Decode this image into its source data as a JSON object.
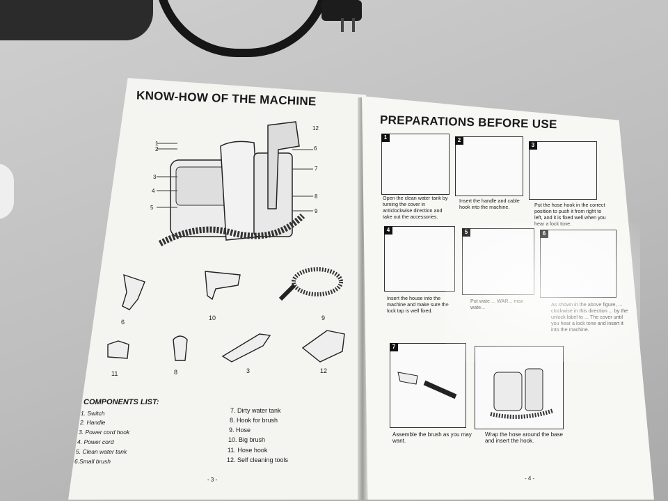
{
  "left_page": {
    "title": "KNOW-HOW OF THE MACHINE",
    "callouts": [
      "1",
      "2",
      "3",
      "4",
      "5",
      "6",
      "7",
      "8",
      "9",
      "12"
    ],
    "parts": [
      "6",
      "10",
      "9",
      "11",
      "8",
      "3",
      "12"
    ],
    "components_title": "COMPONENTS LIST:",
    "components_left": [
      "1. Switch",
      "2. Handle",
      "3. Power cord hook",
      "4. Power cord",
      "5. Clean water tank",
      "6.Small brush"
    ],
    "components_right": [
      "7. Dirty water tank",
      "8. Hook for brush",
      "9. Hose",
      "10. Big brush",
      "11. Hose hook",
      "12. Self cleaning tools"
    ],
    "page_number": "- 3 -"
  },
  "right_page": {
    "title": "PREPARATIONS BEFORE USE",
    "steps": [
      {
        "n": "1",
        "caption": "Open the clean water tank by turning the cover in anticlockwise direction and take out the accessories."
      },
      {
        "n": "2",
        "caption": "Insert the handle and cable hook into the machine."
      },
      {
        "n": "3",
        "caption": "Put the hose hook in the correct position to push it from right to left, and it is fixed well when you hear a lock tone."
      },
      {
        "n": "4",
        "caption": "Insert the house into the machine and make sure the lock tap is well fixed."
      },
      {
        "n": "5",
        "caption": "Put wate ... WAR... max wate..."
      },
      {
        "n": "6",
        "caption": "As shown in the above figure, ... clockwise in this direction ... by the unlock label to ... The cover until you hear a lock tone and insert it into the machine."
      },
      {
        "n": "7",
        "caption": "Assemble the brush as you may want."
      },
      {
        "n": "",
        "caption": "Wrap the hose around the base and insert the hook."
      }
    ],
    "page_number": "- 4 -"
  }
}
